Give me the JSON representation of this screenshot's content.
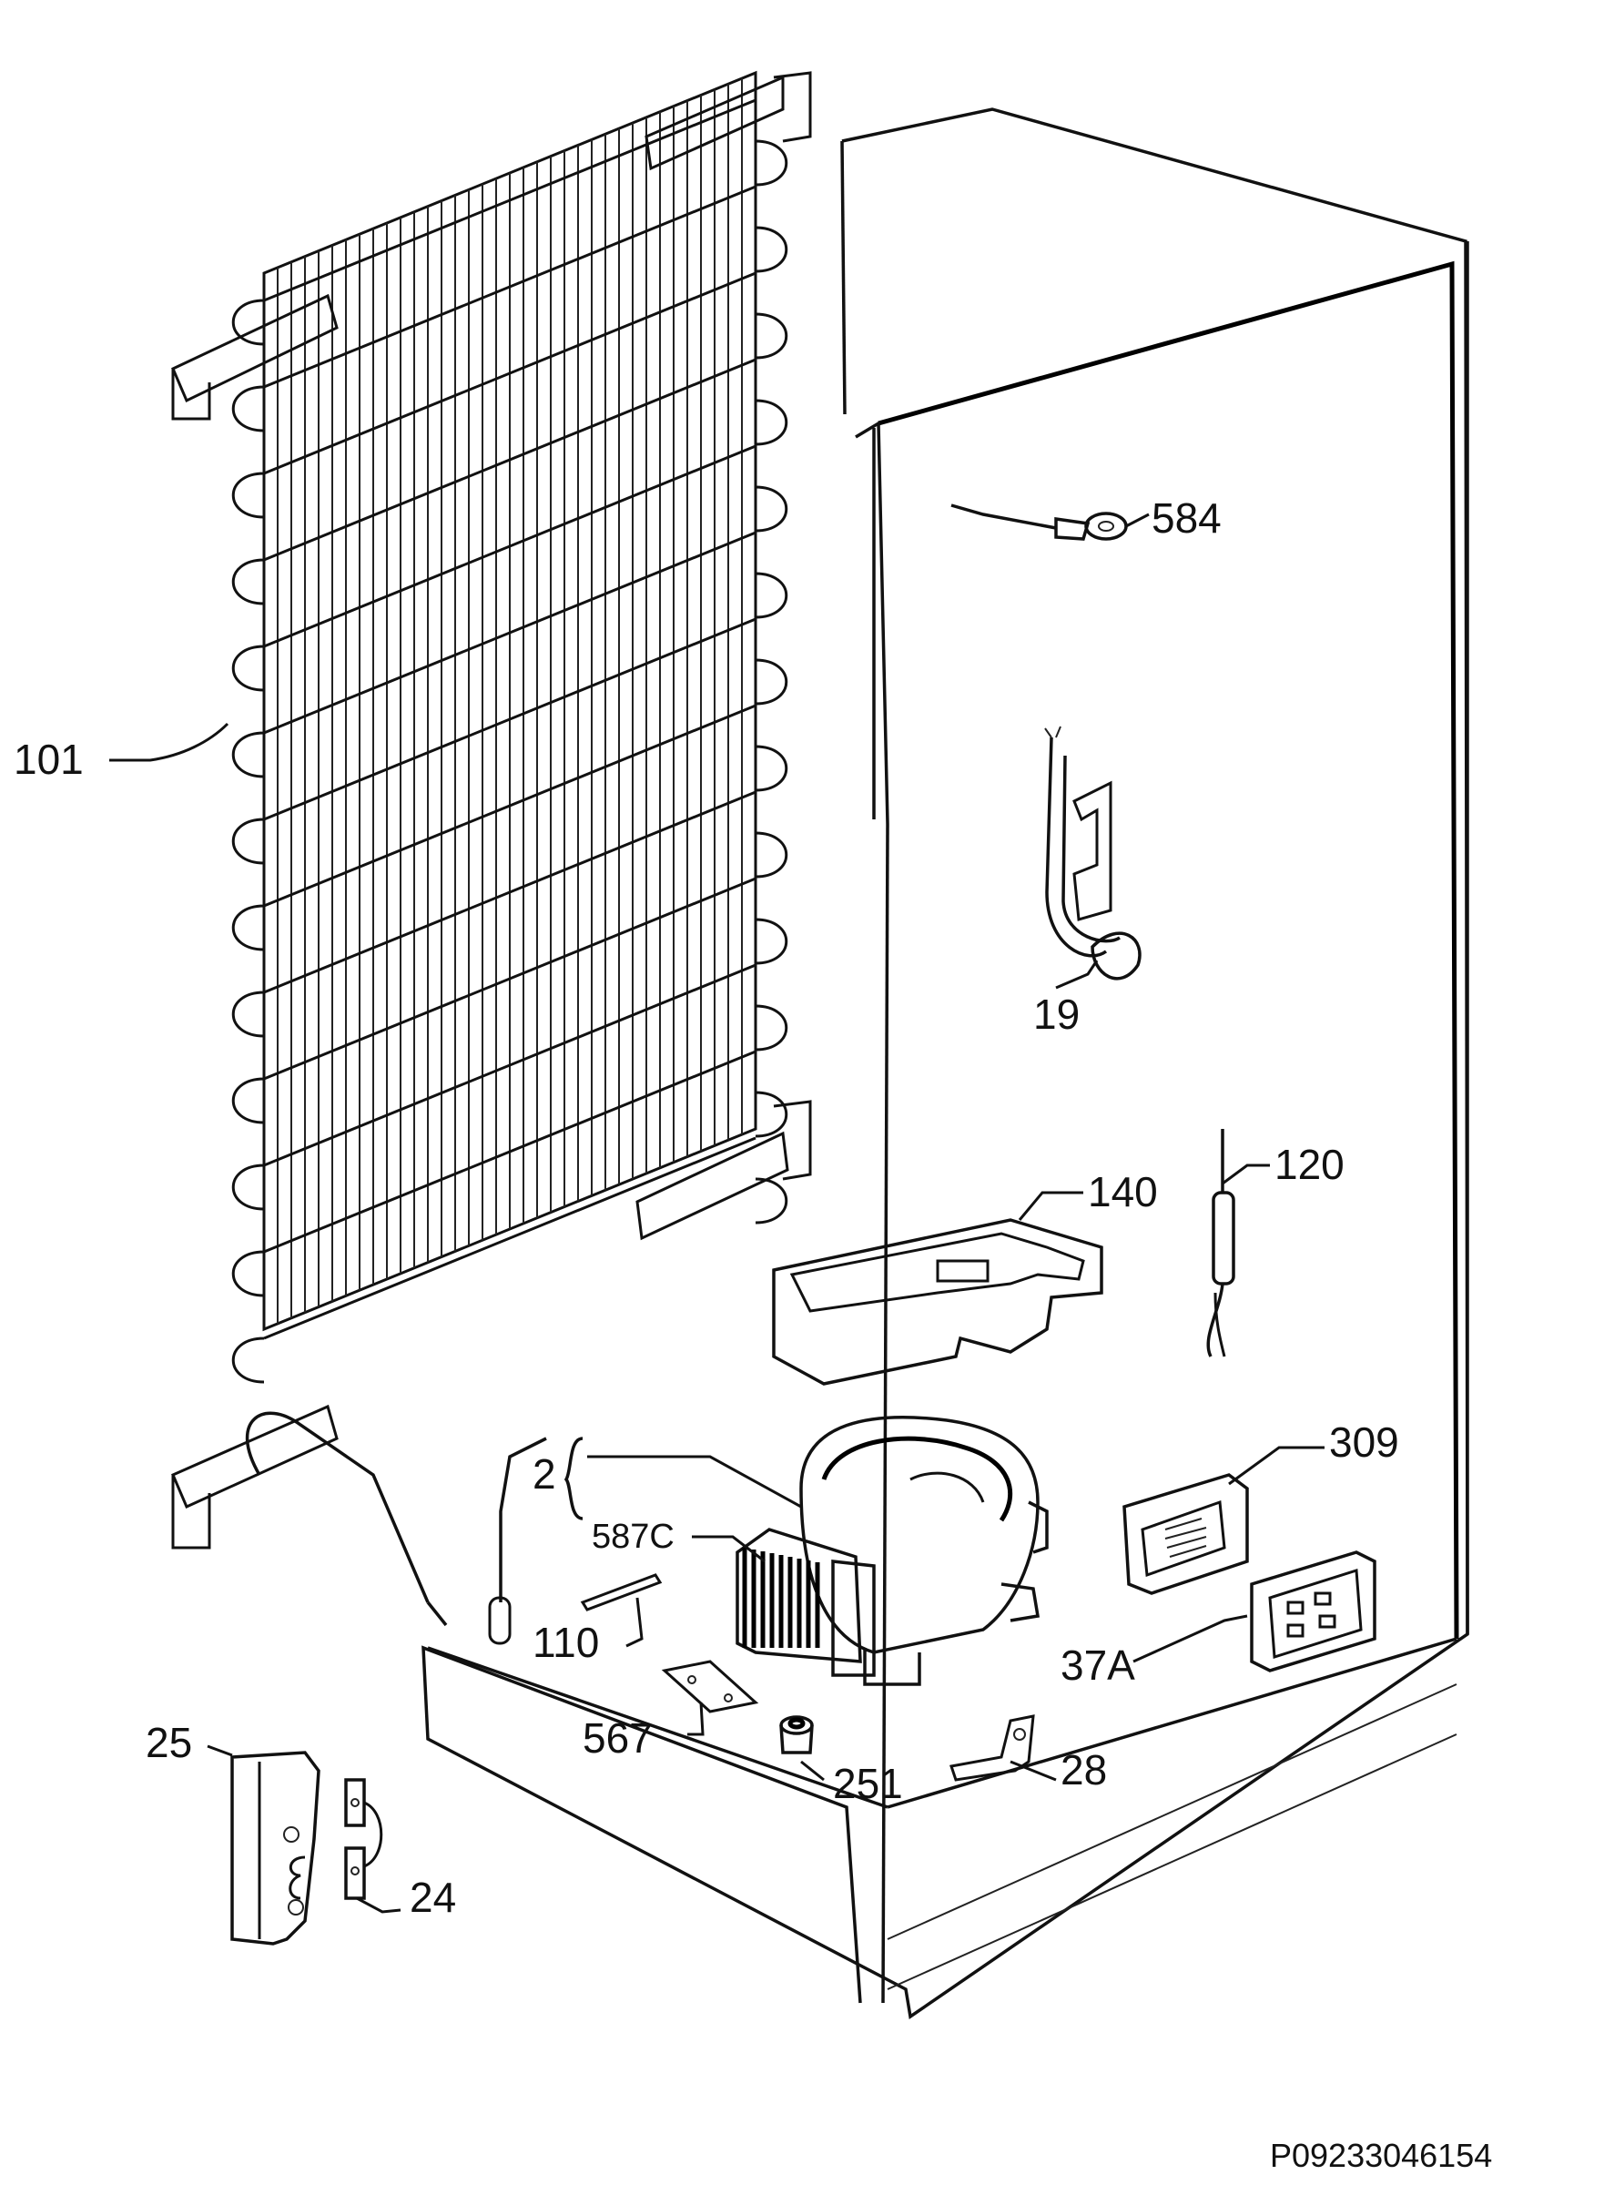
{
  "diagram": {
    "document_code": "P09233046154",
    "callouts": {
      "c101": "101",
      "c584": "584",
      "c19": "19",
      "c120": "120",
      "c140": "140",
      "c309": "309",
      "c2": "2",
      "c587C": "587C",
      "c110": "110",
      "c37A": "37A",
      "c567": "567",
      "c251": "251",
      "c28": "28",
      "c25": "25",
      "c24": "24"
    }
  }
}
